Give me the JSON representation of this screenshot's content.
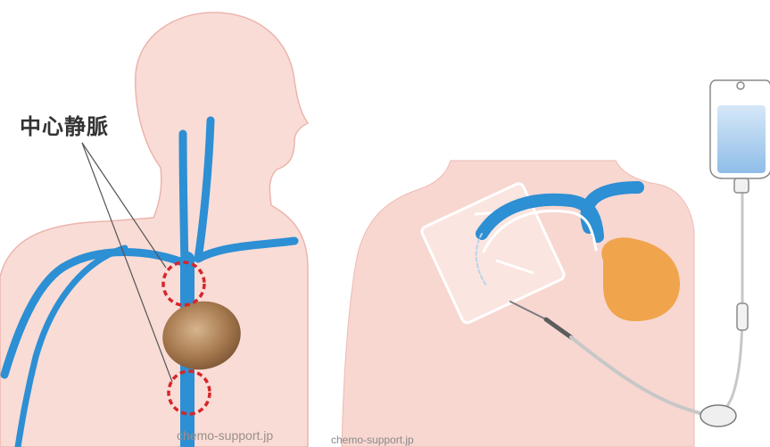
{
  "label": {
    "central_vein": "中心静脈"
  },
  "credits": {
    "left": "chemo-support.jp",
    "right": "chemo-support.jp"
  },
  "colors": {
    "skin": "#f8d5d0",
    "skin_light": "#f9e1dc",
    "skin_outline": "#e7aba4",
    "vein": "#2d8fd4",
    "heart": "#a97a4d",
    "highlight_ring": "#d6262a",
    "port": "#f0a44c",
    "iv_fluid": "#a9cdef"
  }
}
